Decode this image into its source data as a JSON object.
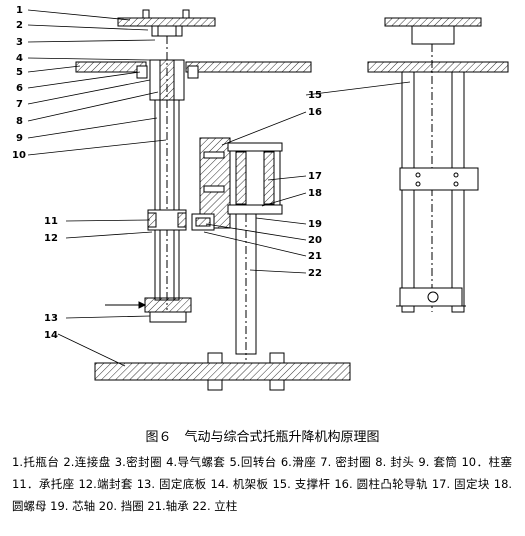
{
  "callouts": [
    "1",
    "2",
    "3",
    "4",
    "5",
    "6",
    "7",
    "8",
    "9",
    "10",
    "11",
    "12",
    "13",
    "14",
    "15",
    "16",
    "17",
    "18",
    "19",
    "20",
    "21",
    "22"
  ],
  "caption": "图６　气动与综合式托瓶升降机构原理图",
  "legend": [
    "1.托瓶台",
    "2.连接盘",
    "3.密封圈",
    "4.导气螺套",
    "5.回转台",
    "6.滑座",
    "7. 密封圈",
    "8. 封头",
    "9. 套筒",
    "10．柱塞",
    "11．承托座",
    "12.端封套",
    "13. 固定底板",
    "14. 机架板",
    "15. 支撑杆",
    "16. 圆柱凸轮导轨",
    "17. 固定块",
    "18. 圆螺母",
    "19. 芯轴",
    "20. 挡圈",
    "21.轴承",
    "22. 立柱"
  ]
}
